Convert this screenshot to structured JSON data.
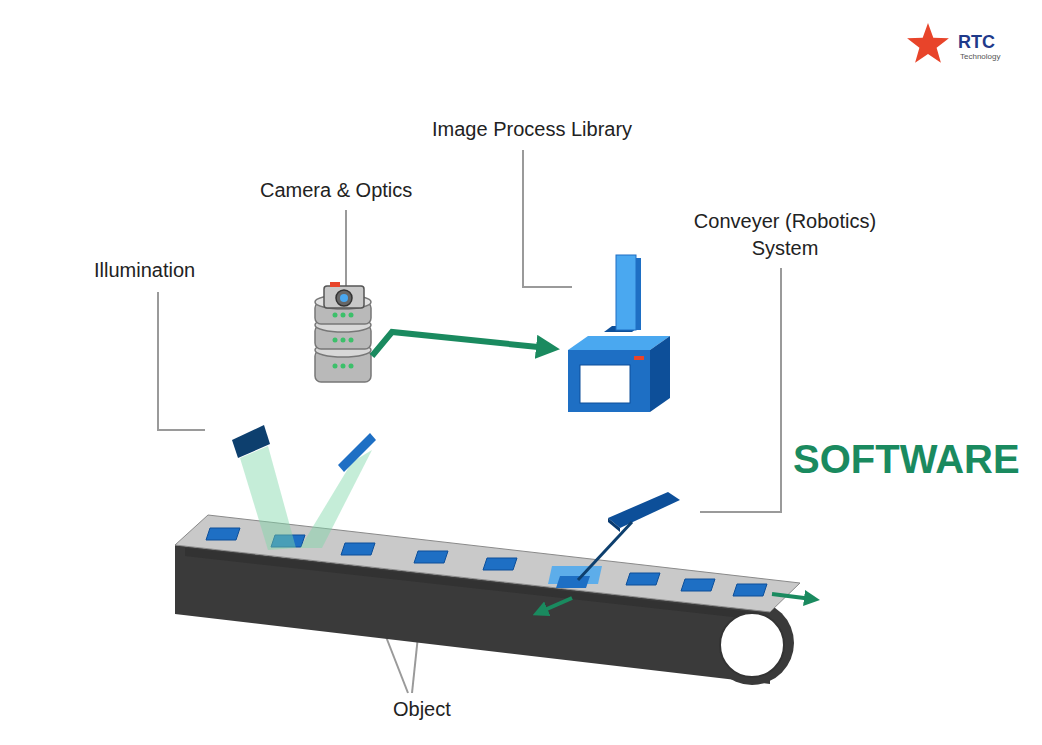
{
  "diagram": {
    "labels": [
      "RTC",
      "Technology",
      "Image Process Library",
      "Camera & Optics",
      "Conveyer (Robotics) System",
      "Illumination",
      "SOFTWARE",
      "Object"
    ]
  }
}
